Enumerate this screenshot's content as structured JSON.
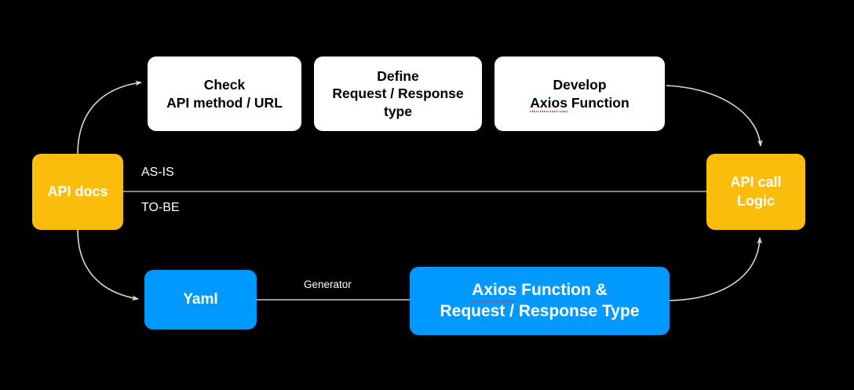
{
  "diagram": {
    "background_color": "#000000",
    "palette": {
      "white_node": "#ffffff",
      "yellow_node": "#fabd0b",
      "blue_node": "#0099ff",
      "edge": "#d9d9d9",
      "divider": "#9a9a9a",
      "label_text": "#ffffff",
      "spellcheck_underline": "#e03a2f"
    },
    "nodes": [
      {
        "id": "api-docs",
        "label": "API docs",
        "shape": "rounded-rect",
        "color": "#fabd0b",
        "text_color": "#ffffff"
      },
      {
        "id": "check-api-method-url",
        "label": "Check\nAPI method / URL",
        "shape": "rounded-rect",
        "color": "#ffffff",
        "text_color": "#000000"
      },
      {
        "id": "define-request-response-type",
        "label": "Define\nRequest / Response\ntype",
        "shape": "rounded-rect",
        "color": "#ffffff",
        "text_color": "#000000"
      },
      {
        "id": "develop-axios-function",
        "label_line1": "Develop",
        "label_line2_misspelled": "Axios",
        "label_line2_rest": " Function",
        "shape": "rounded-rect",
        "color": "#ffffff",
        "text_color": "#000000"
      },
      {
        "id": "api-call-logic",
        "label": "API call\nLogic",
        "shape": "rounded-rect",
        "color": "#fabd0b",
        "text_color": "#ffffff"
      },
      {
        "id": "yaml",
        "label": "Yaml",
        "shape": "rounded-rect",
        "color": "#0099ff",
        "text_color": "#ffffff"
      },
      {
        "id": "axios-function-request-response-type",
        "label_line1_misspelled": "Axios",
        "label_line1_rest": " Function &",
        "label_line2": "Request / Response Type",
        "shape": "rounded-rect",
        "color": "#0099ff",
        "text_color": "#ffffff"
      }
    ],
    "edge_labels": {
      "as_is": "AS-IS",
      "to_be": "TO-BE",
      "generator": "Generator"
    },
    "edges": [
      {
        "from": "api-docs",
        "to": "check-api-method-url",
        "style": "curved-arrow"
      },
      {
        "from": "develop-axios-function",
        "to": "api-call-logic",
        "style": "curved-arrow"
      },
      {
        "from": "api-docs",
        "to": "api-call-logic",
        "style": "straight-line",
        "label": "AS-IS / TO-BE divider"
      },
      {
        "from": "api-docs",
        "to": "yaml",
        "style": "curved-arrow"
      },
      {
        "from": "yaml",
        "to": "axios-function-request-response-type",
        "style": "straight-line",
        "label": "Generator"
      },
      {
        "from": "axios-function-request-response-type",
        "to": "api-call-logic",
        "style": "curved-arrow"
      }
    ]
  }
}
